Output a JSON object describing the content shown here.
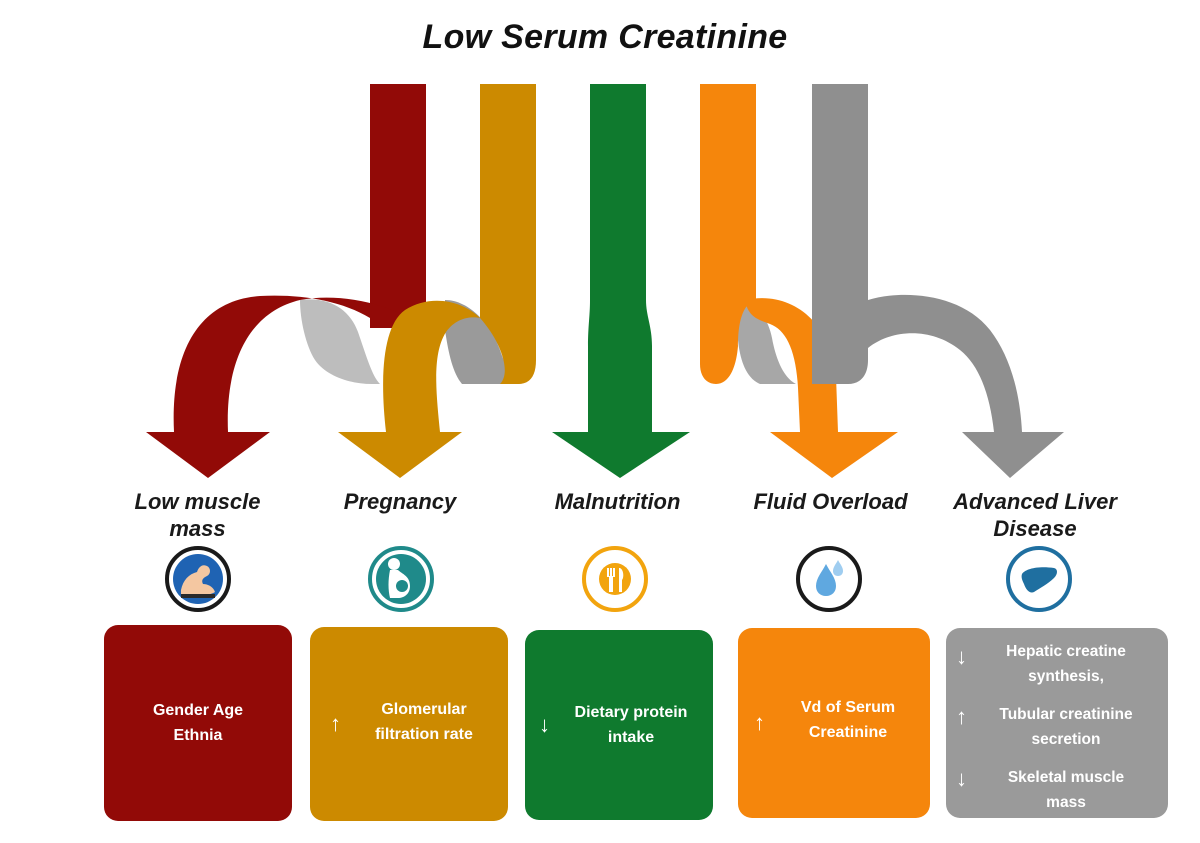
{
  "title": "Low Serum Creatinine",
  "colors": {
    "dark_red": "#920a07",
    "mustard": "#cc8a00",
    "green": "#0f7a2e",
    "orange": "#f5860c",
    "gray": "#8f8f8f"
  },
  "causes": [
    {
      "label_line1": "Low muscle",
      "label_line2": "mass",
      "icon": "flexed-arm-icon",
      "box_lines": [
        "Gender Age",
        "Ethnia"
      ]
    },
    {
      "label_line1": "Pregnancy",
      "icon": "pregnant-woman-icon",
      "box_arrow": "↑",
      "box_lines": [
        "Glomerular",
        "filtration rate"
      ]
    },
    {
      "label_line1": "Malnutrition",
      "icon": "fork-knife-icon",
      "box_arrow": "↓",
      "box_lines": [
        "Dietary protein",
        "intake"
      ]
    },
    {
      "label_line1": "Fluid Overload",
      "icon": "water-drop-icon",
      "box_arrow": "↑",
      "box_lines": [
        "Vd of Serum",
        "Creatinine"
      ]
    },
    {
      "label_line1": "Advanced Liver",
      "label_line2": "Disease",
      "icon": "liver-icon",
      "box_items": [
        {
          "arrow": "↓",
          "lines": [
            "Hepatic creatine",
            "synthesis,"
          ]
        },
        {
          "arrow": "↑",
          "lines": [
            "Tubular creatinine",
            "secretion"
          ]
        },
        {
          "arrow": "↓",
          "lines": [
            "Skeletal muscle",
            "mass"
          ]
        }
      ]
    }
  ]
}
